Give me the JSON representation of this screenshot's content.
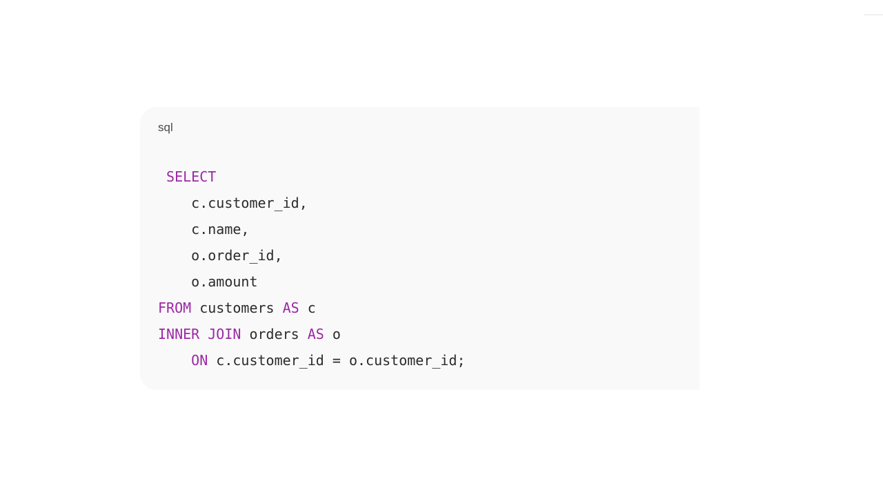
{
  "code_block": {
    "language": "sql",
    "lines": [
      {
        "indent": " ",
        "tokens": [
          {
            "text": "SELECT",
            "kw": true
          }
        ]
      },
      {
        "indent": "    ",
        "tokens": [
          {
            "text": "c.customer_id,",
            "kw": false
          }
        ]
      },
      {
        "indent": "    ",
        "tokens": [
          {
            "text": "c.name,",
            "kw": false
          }
        ]
      },
      {
        "indent": "    ",
        "tokens": [
          {
            "text": "o.order_id,",
            "kw": false
          }
        ]
      },
      {
        "indent": "    ",
        "tokens": [
          {
            "text": "o.amount",
            "kw": false
          }
        ]
      },
      {
        "indent": "",
        "tokens": [
          {
            "text": "FROM",
            "kw": true
          },
          {
            "text": " customers ",
            "kw": false
          },
          {
            "text": "AS",
            "kw": true
          },
          {
            "text": " c",
            "kw": false
          }
        ]
      },
      {
        "indent": "",
        "tokens": [
          {
            "text": "INNER JOIN",
            "kw": true
          },
          {
            "text": " orders ",
            "kw": false
          },
          {
            "text": "AS",
            "kw": true
          },
          {
            "text": " o",
            "kw": false
          }
        ]
      },
      {
        "indent": "    ",
        "tokens": [
          {
            "text": "ON",
            "kw": true
          },
          {
            "text": " c.customer_id = o.customer_id;",
            "kw": false
          }
        ]
      }
    ]
  },
  "colors": {
    "keyword": "#9c27a6",
    "text": "#2b2b2b",
    "block_background": "#f9f9f9"
  }
}
